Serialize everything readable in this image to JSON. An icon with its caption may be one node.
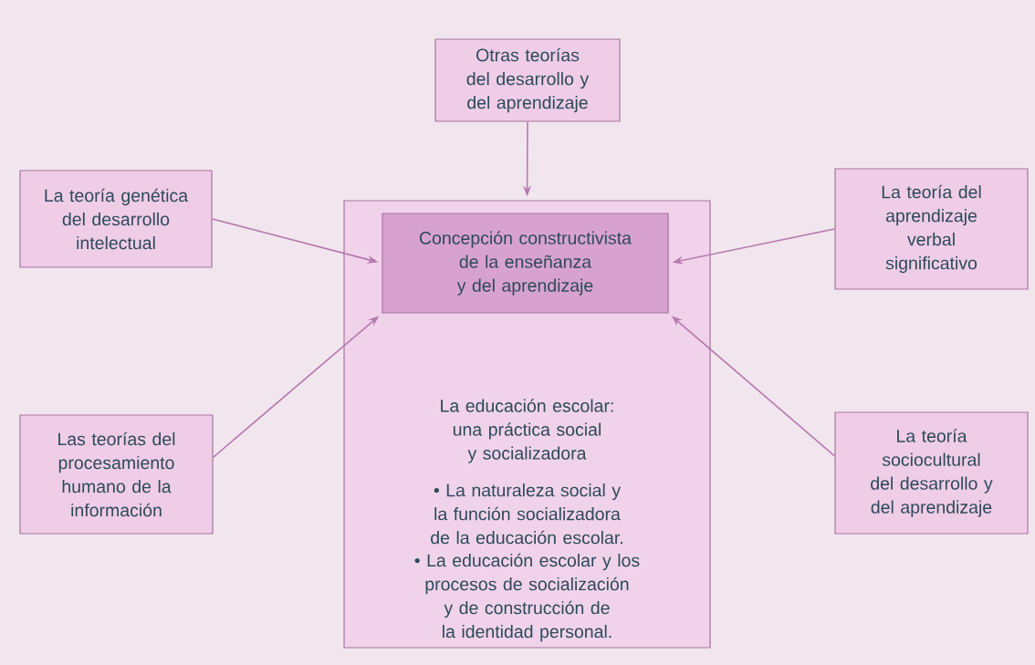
{
  "diagram": {
    "nodes": [
      {
        "text": [
          "Otras teorías del desarrollo y del aprendizaje"
        ]
      },
      {
        "text": [
          "La teoría genética del desarrollo intelectual"
        ]
      },
      {
        "text": [
          "La teoría del aprendizaje verbal significativo"
        ]
      },
      {
        "text": [
          "La educación escolar: una práctica social y socializadora",
          "• La naturaleza social y la función socializadora de la educación escolar.",
          "• La educación escolar y los procesos de socialización y de construcción de la identidad personal."
        ]
      },
      {
        "text": [
          "Concepción constructivista de la enseñanza y del aprendizaje"
        ],
        "in": 3
      },
      {
        "text": [
          "Las teorías del procesamiento humano de la información"
        ]
      },
      {
        "text": [
          "La teoría sociocultural del desarrollo y del aprendizaje"
        ]
      }
    ],
    "edges": [
      {
        "from": 0,
        "to": 3,
        "arrow": "to"
      },
      {
        "from": 1,
        "to": 4,
        "arrow": "to"
      },
      {
        "from": 2,
        "to": 4,
        "arrow": "to"
      },
      {
        "from": 5,
        "to": 4,
        "arrow": "to"
      },
      {
        "from": 6,
        "to": 4,
        "arrow": "to"
      }
    ]
  }
}
